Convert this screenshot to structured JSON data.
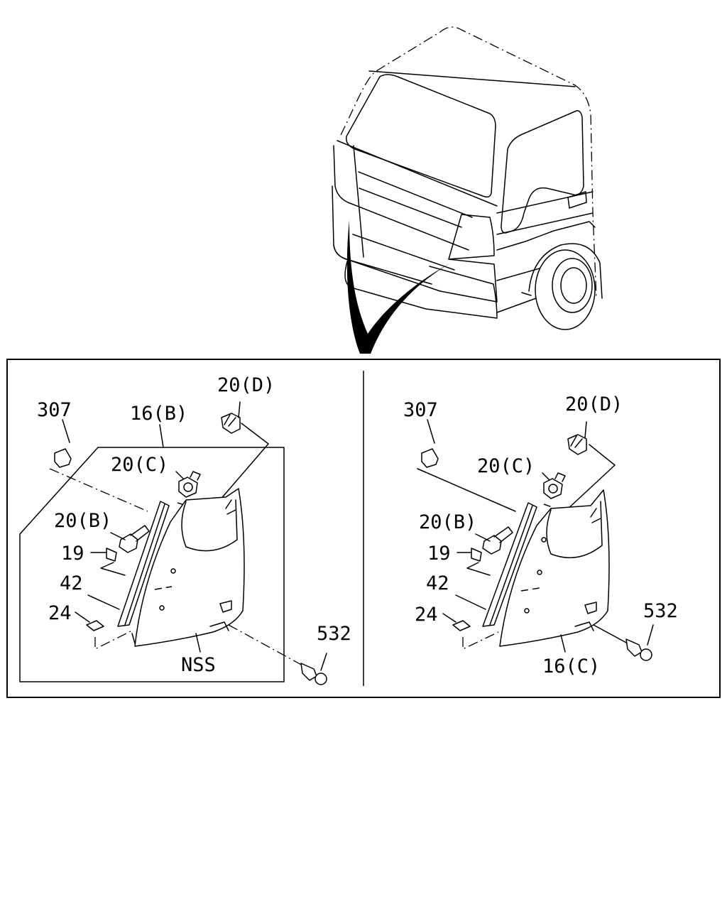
{
  "labels": {
    "left": {
      "p307": "307",
      "p16b": "16(B)",
      "p20d": "20(D)",
      "p20c": "20(C)",
      "p20b": "20(B)",
      "p19": "19",
      "p42": "42",
      "p24": "24",
      "p532": "532",
      "nss": "NSS"
    },
    "right": {
      "p307": "307",
      "p20d": "20(D)",
      "p20c": "20(C)",
      "p20b": "20(B)",
      "p19": "19",
      "p42": "42",
      "p24": "24",
      "p532": "532",
      "p16c": "16(C)"
    }
  }
}
